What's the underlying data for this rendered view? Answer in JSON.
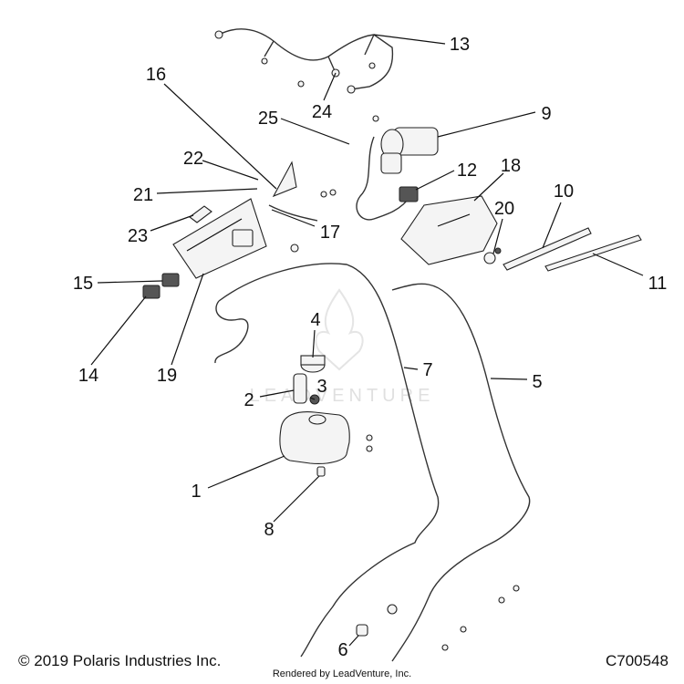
{
  "callouts": [
    {
      "num": "1"
    },
    {
      "num": "2"
    },
    {
      "num": "3"
    },
    {
      "num": "4"
    },
    {
      "num": "5"
    },
    {
      "num": "6"
    },
    {
      "num": "7"
    },
    {
      "num": "8"
    },
    {
      "num": "9"
    },
    {
      "num": "10"
    },
    {
      "num": "11"
    },
    {
      "num": "12"
    },
    {
      "num": "13"
    },
    {
      "num": "14"
    },
    {
      "num": "15"
    },
    {
      "num": "16"
    },
    {
      "num": "17"
    },
    {
      "num": "18"
    },
    {
      "num": "19"
    },
    {
      "num": "20"
    },
    {
      "num": "21"
    },
    {
      "num": "22"
    },
    {
      "num": "23"
    },
    {
      "num": "24"
    },
    {
      "num": "25"
    }
  ],
  "watermark": "LEADVENTURE",
  "footer": {
    "copyright": "© 2019 Polaris Industries Inc.",
    "rendered_by": "Rendered by LeadVenture, Inc.",
    "diagram_code": "C700548"
  }
}
